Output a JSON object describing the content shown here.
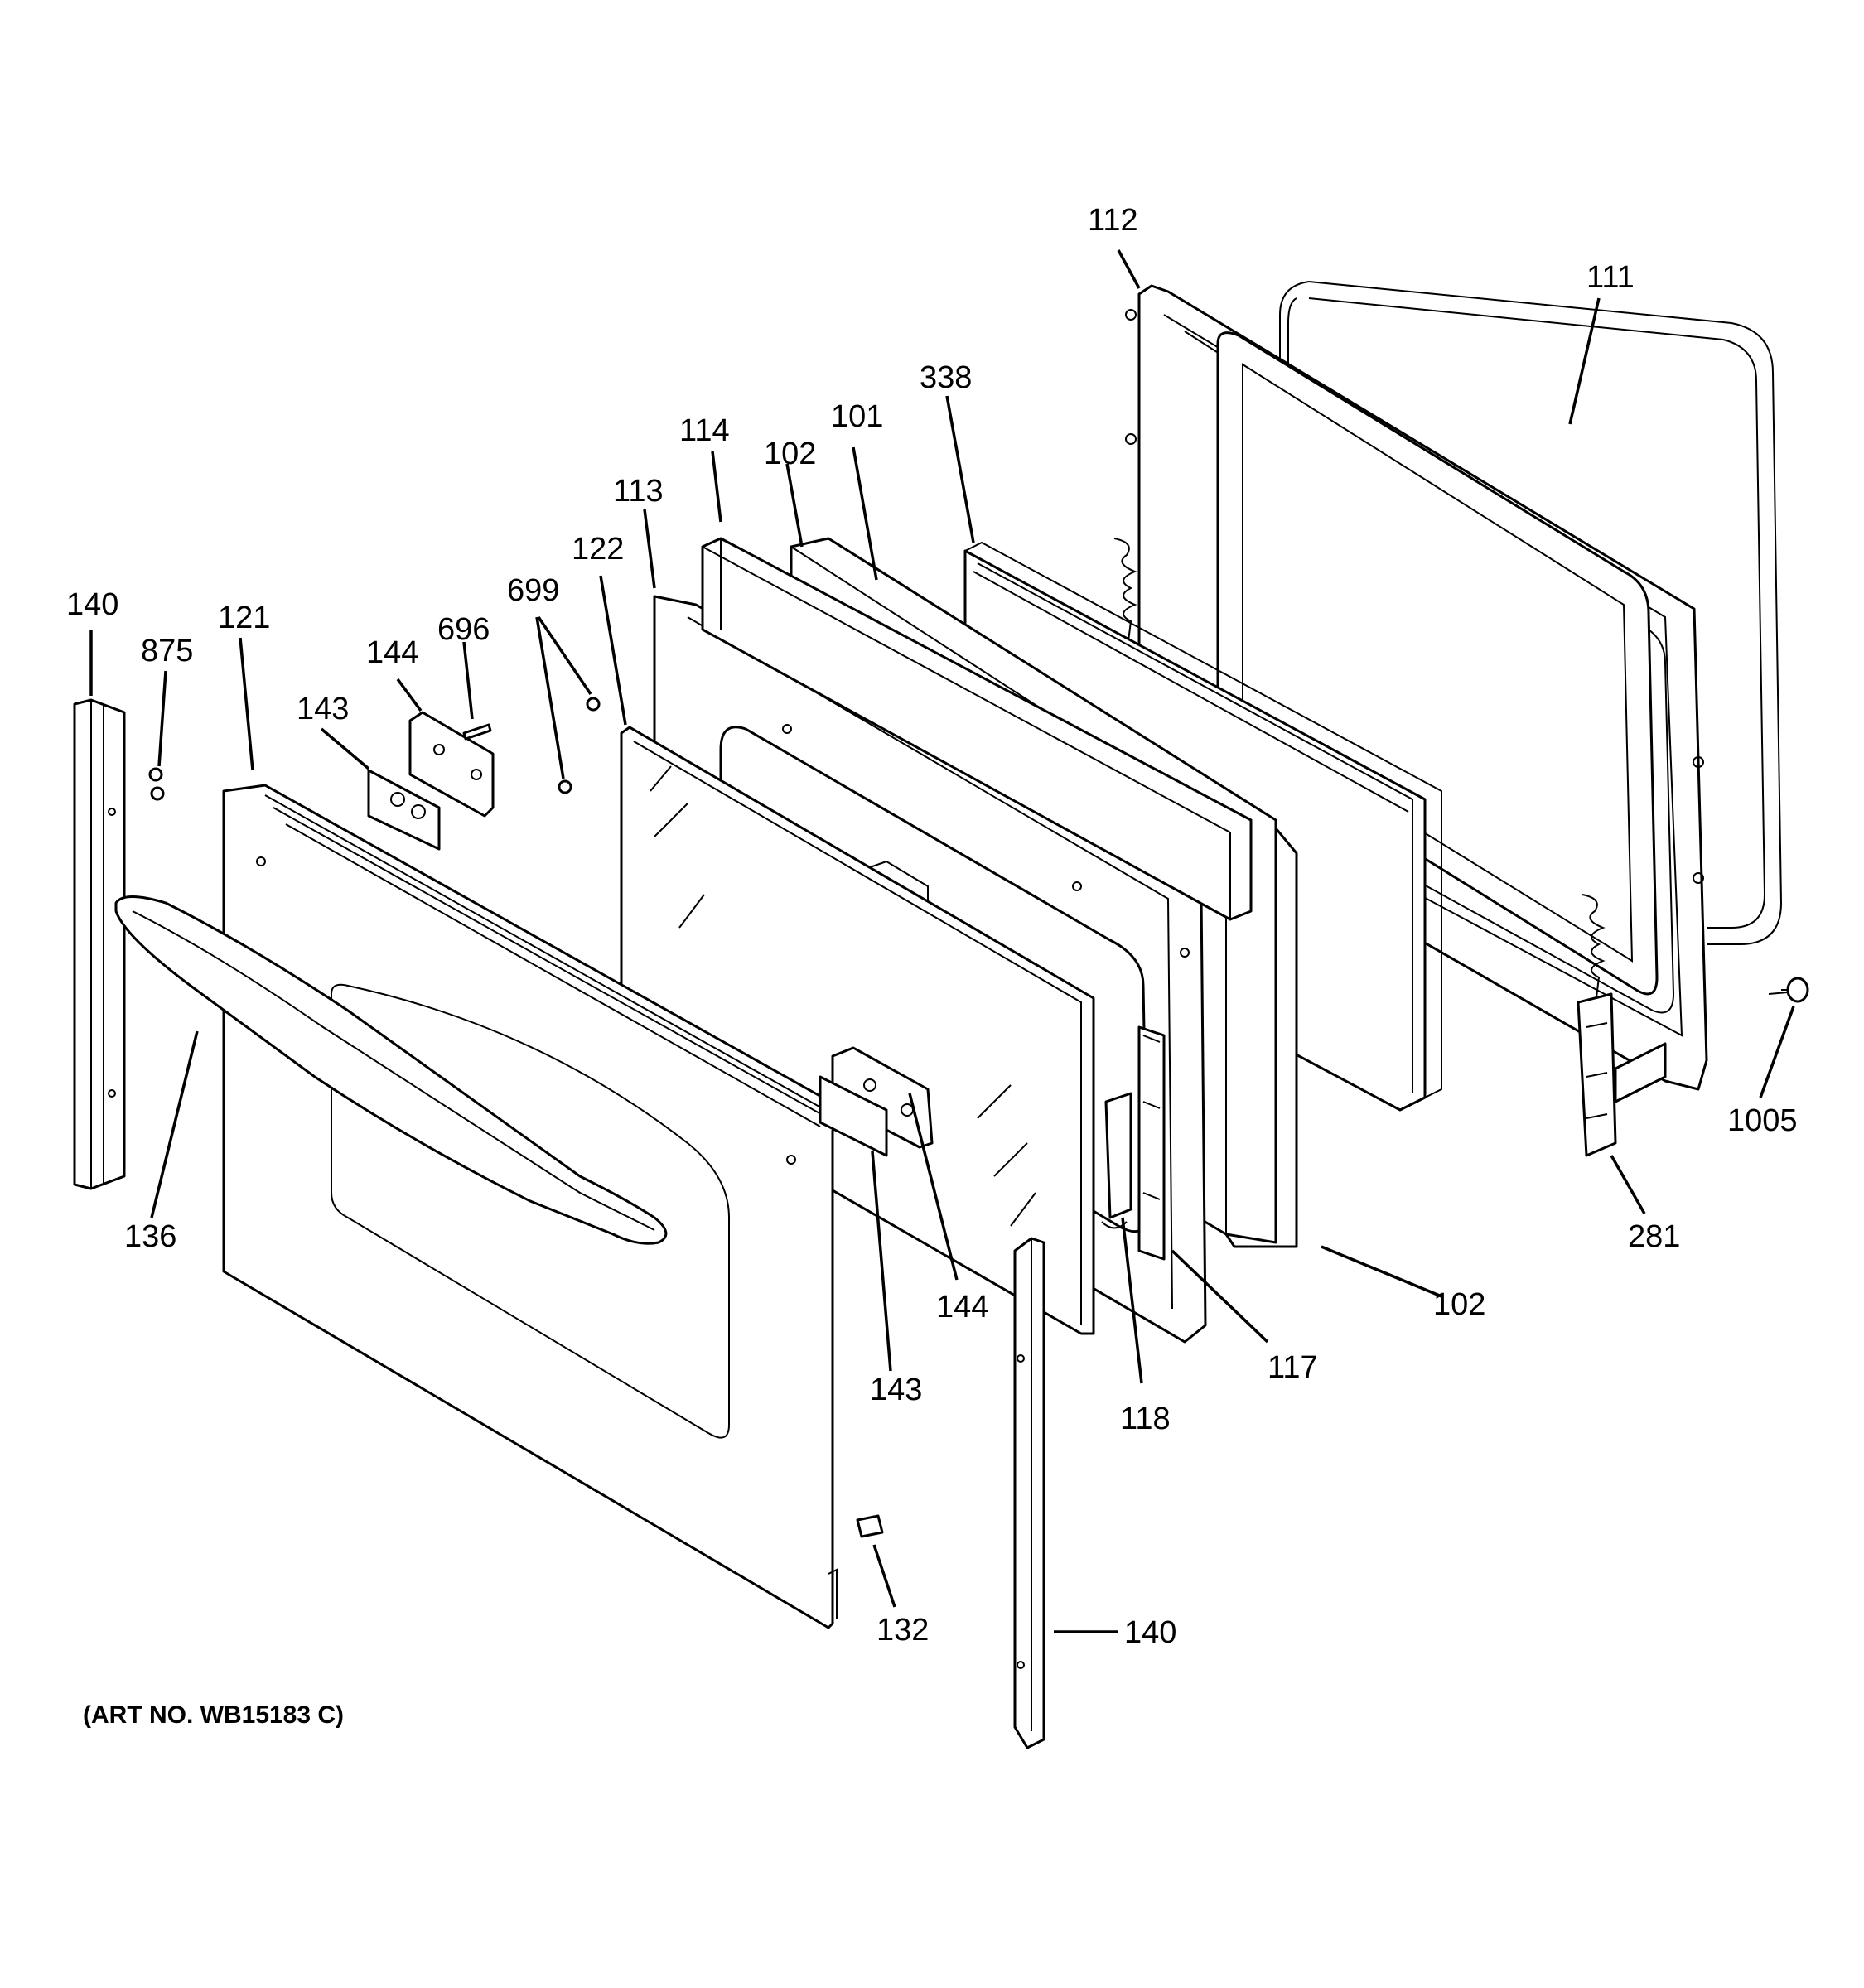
{
  "callouts": [
    {
      "id": "c112",
      "text": "112"
    },
    {
      "id": "c111",
      "text": "111"
    },
    {
      "id": "c338",
      "text": "338"
    },
    {
      "id": "c114",
      "text": "114"
    },
    {
      "id": "c101",
      "text": "101"
    },
    {
      "id": "c102a",
      "text": "102"
    },
    {
      "id": "c113",
      "text": "113"
    },
    {
      "id": "c122",
      "text": "122"
    },
    {
      "id": "c699",
      "text": "699"
    },
    {
      "id": "c696",
      "text": "696"
    },
    {
      "id": "c144a",
      "text": "144"
    },
    {
      "id": "c143a",
      "text": "143"
    },
    {
      "id": "c121",
      "text": "121"
    },
    {
      "id": "c875",
      "text": "875"
    },
    {
      "id": "c140a",
      "text": "140"
    },
    {
      "id": "c136",
      "text": "136"
    },
    {
      "id": "c143b",
      "text": "143"
    },
    {
      "id": "c144b",
      "text": "144"
    },
    {
      "id": "c118",
      "text": "118"
    },
    {
      "id": "c117",
      "text": "117"
    },
    {
      "id": "c102b",
      "text": "102"
    },
    {
      "id": "c281",
      "text": "281"
    },
    {
      "id": "c1005",
      "text": "1005"
    },
    {
      "id": "c132",
      "text": "132"
    },
    {
      "id": "c140b",
      "text": "140"
    }
  ],
  "art_number": "(ART NO. WB15183 C)"
}
